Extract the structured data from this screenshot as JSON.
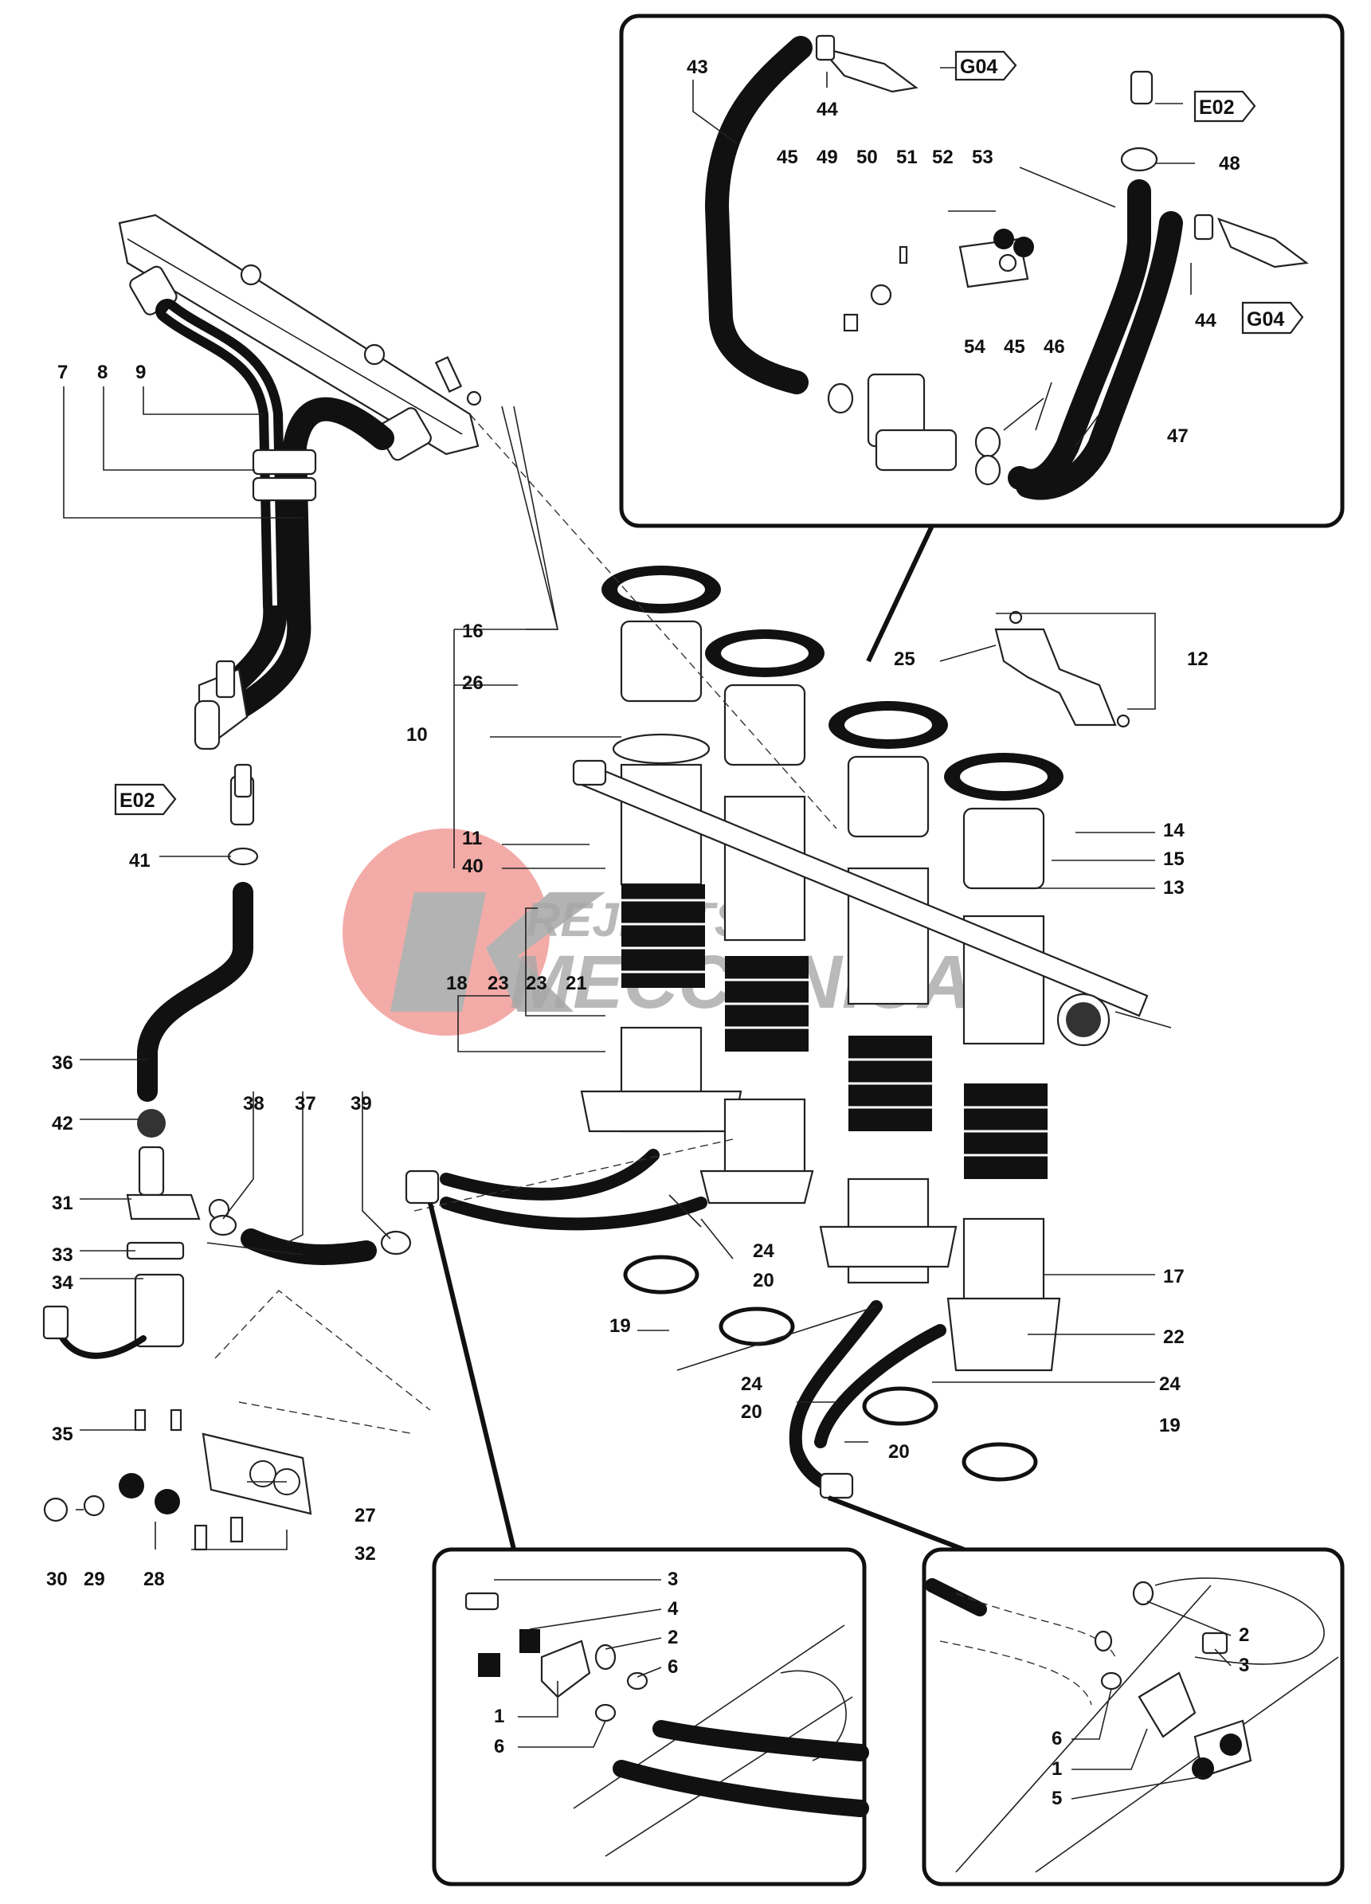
{
  "diagram": {
    "type": "exploded-view parts diagram",
    "subject": "throttle bodies, fuel rail and hoses",
    "watermark": "REJECTS MECCANICA",
    "part_numbers": [
      "1",
      "2",
      "3",
      "4",
      "5",
      "6",
      "7",
      "8",
      "9",
      "10",
      "11",
      "12",
      "13",
      "14",
      "15",
      "16",
      "17",
      "18",
      "19",
      "20",
      "21",
      "22",
      "23",
      "24",
      "25",
      "26",
      "27",
      "28",
      "29",
      "30",
      "31",
      "32",
      "33",
      "34",
      "35",
      "36",
      "37",
      "38",
      "39",
      "40",
      "41",
      "42",
      "43",
      "44",
      "45",
      "46",
      "47",
      "48",
      "49",
      "50",
      "51",
      "52",
      "53",
      "54"
    ],
    "reference_codes": [
      "G04",
      "E02"
    ]
  },
  "labels": {
    "n1": "1",
    "n2": "2",
    "n3": "3",
    "n4": "4",
    "n5": "5",
    "n6": "6",
    "n7": "7",
    "n8": "8",
    "n9": "9",
    "n10": "10",
    "n11": "11",
    "n12": "12",
    "n13": "13",
    "n14": "14",
    "n15": "15",
    "n16": "16",
    "n17": "17",
    "n18": "18",
    "n19": "19",
    "n20": "20",
    "n21": "21",
    "n22": "22",
    "n23": "23",
    "n24": "24",
    "n25": "25",
    "n26": "26",
    "n27": "27",
    "n28": "28",
    "n29": "29",
    "n30": "30",
    "n31": "31",
    "n32": "32",
    "n33": "33",
    "n34": "34",
    "n35": "35",
    "n36": "36",
    "n37": "37",
    "n38": "38",
    "n39": "39",
    "n40": "40",
    "n41": "41",
    "n42": "42",
    "n43": "43",
    "n44": "44",
    "n45": "45",
    "n46": "46",
    "n47": "47",
    "n48": "48",
    "n49": "49",
    "n50": "50",
    "n51": "51",
    "n52": "52",
    "n53": "53",
    "n54": "54",
    "g04": "G04",
    "e02": "E02"
  }
}
